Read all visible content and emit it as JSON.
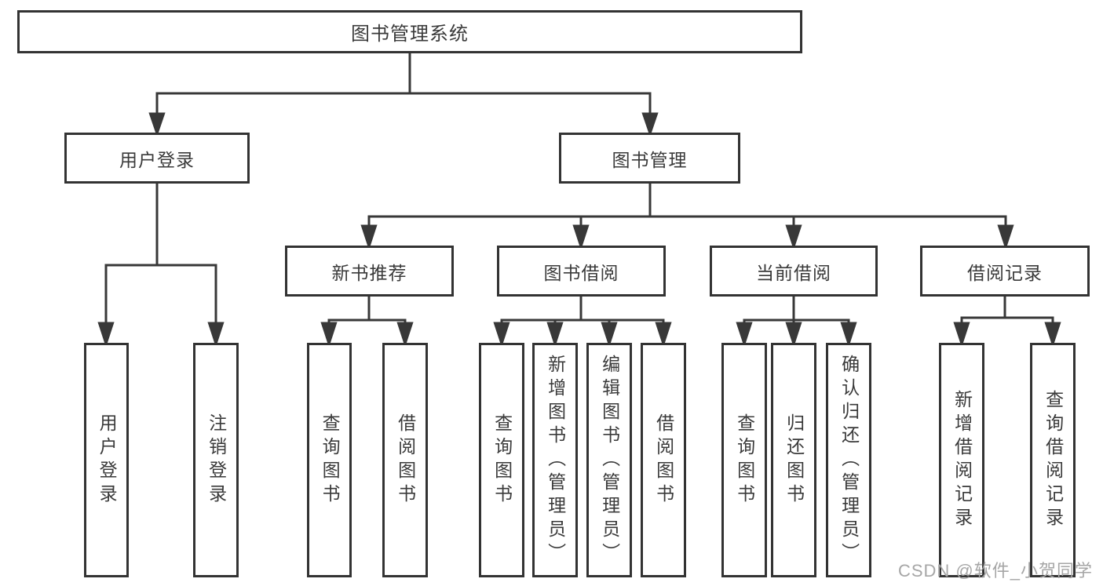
{
  "diagram": {
    "title": "图书管理系统",
    "nodes": {
      "root": {
        "label": "图书管理系统"
      },
      "user_login": {
        "label": "用户登录"
      },
      "book_mgmt": {
        "label": "图书管理"
      },
      "login": {
        "label": "用户登录"
      },
      "logout": {
        "label": "注销登录"
      },
      "new_book": {
        "label": "新书推荐"
      },
      "borrow": {
        "label": "图书借阅"
      },
      "current": {
        "label": "当前借阅"
      },
      "record": {
        "label": "借阅记录"
      },
      "nb_query": {
        "label": "查询图书"
      },
      "nb_borrow": {
        "label": "借阅图书"
      },
      "bo_query": {
        "label": "查询图书"
      },
      "bo_add": {
        "label": "新增图书（管理员）"
      },
      "bo_edit": {
        "label": "编辑图书（管理员）"
      },
      "bo_borrow": {
        "label": "借阅图书"
      },
      "cu_query": {
        "label": "查询图书"
      },
      "cu_return": {
        "label": "归还图书"
      },
      "cu_confirm": {
        "label": "确认归还（管理员）"
      },
      "re_add": {
        "label": "新增借阅记录"
      },
      "re_query": {
        "label": "查询借阅记录"
      }
    },
    "colors": {
      "line": "#383838",
      "box_border": "#333333",
      "text": "#3a3a3a",
      "watermark": "#a6a6a6",
      "background": "#ffffff"
    }
  },
  "watermark": {
    "text": "CSDN @软件_小贺同学"
  }
}
